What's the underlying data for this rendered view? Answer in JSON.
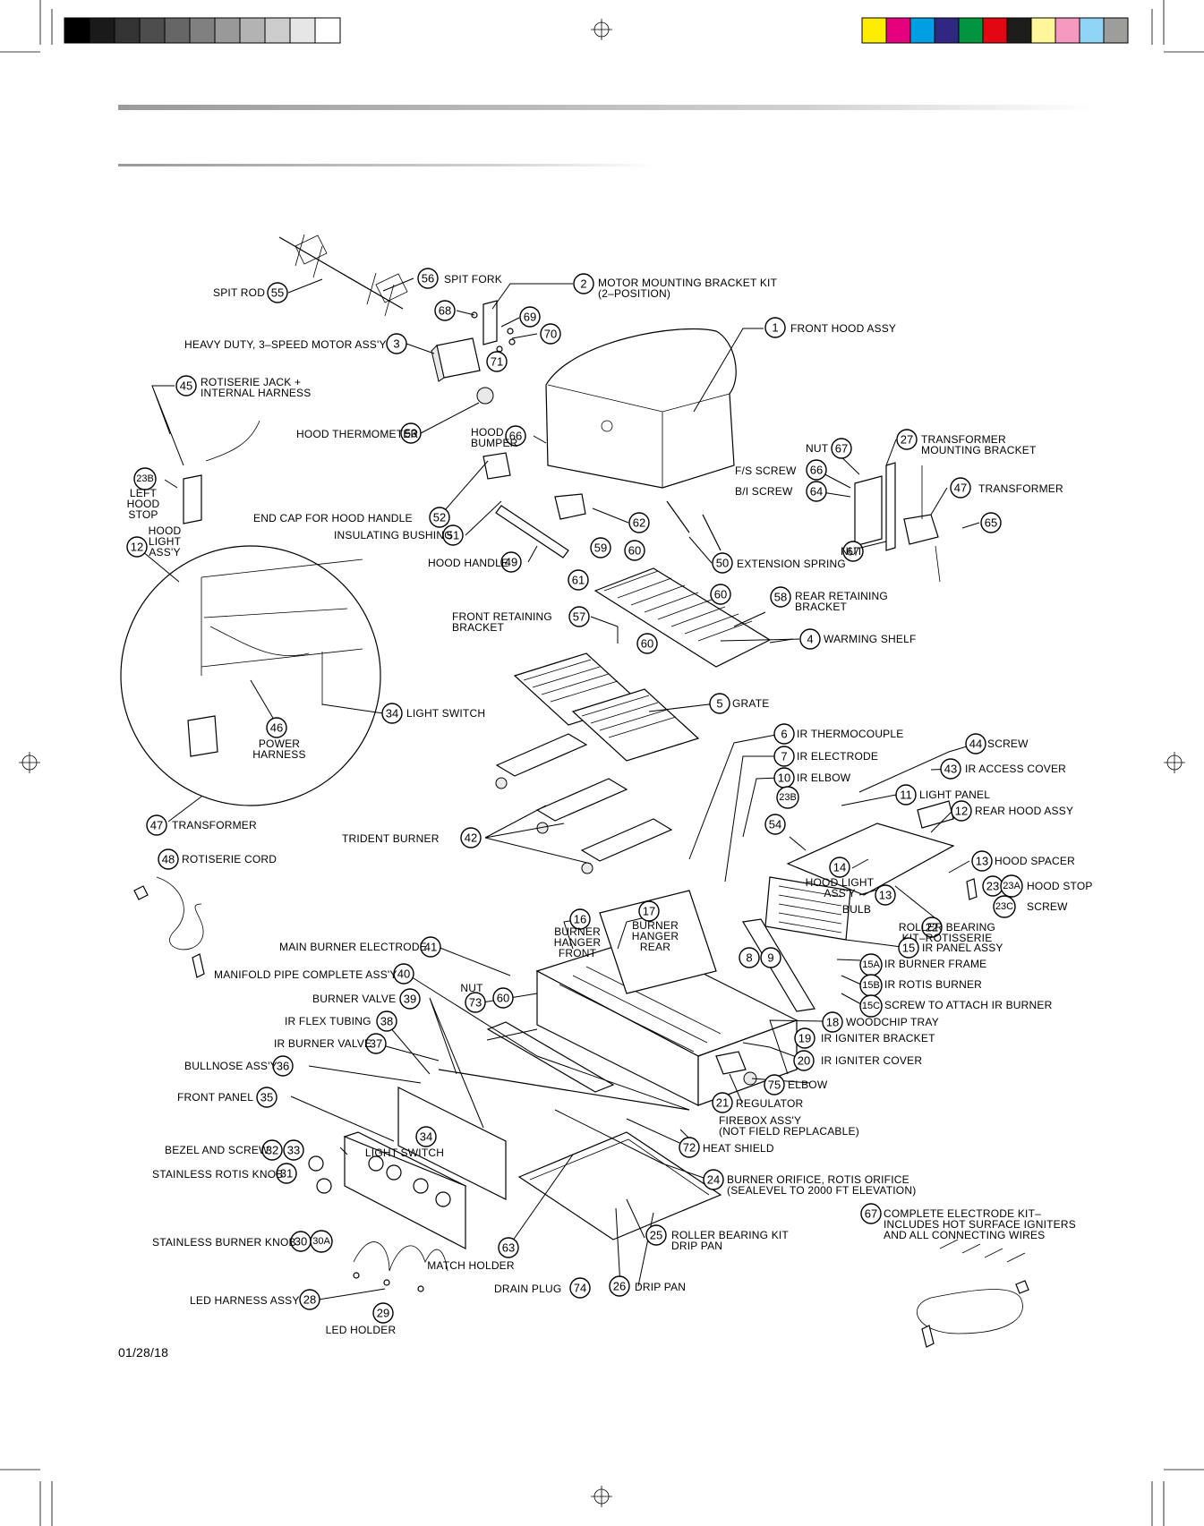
{
  "page": {
    "date": "01/28/18"
  },
  "colors": {
    "gray_bar": [
      "#000000",
      "#1a1a1a",
      "#333333",
      "#4d4d4d",
      "#666666",
      "#808080",
      "#999999",
      "#b3b3b3",
      "#cccccc",
      "#e6e6e6",
      "#ffffff"
    ],
    "color_bar": [
      "#ffed00",
      "#e6007e",
      "#009fe3",
      "#312783",
      "#009640",
      "#e30613",
      "#1d1d1b",
      "#fff799",
      "#f49ac1",
      "#8fd3f5",
      "#9d9d9c"
    ]
  },
  "callouts": [
    {
      "n": "55",
      "label": "SPIT ROD"
    },
    {
      "n": "56",
      "label": "SPIT FORK"
    },
    {
      "n": "2",
      "label": "MOTOR MOUNTING BRACKET KIT",
      "label2": "(2–POSITION)"
    },
    {
      "n": "68",
      "label": ""
    },
    {
      "n": "69",
      "label": ""
    },
    {
      "n": "70",
      "label": ""
    },
    {
      "n": "71",
      "label": ""
    },
    {
      "n": "3",
      "label": "HEAVY DUTY, 3–SPEED MOTOR ASS'Y"
    },
    {
      "n": "1",
      "label": "FRONT HOOD ASSY"
    },
    {
      "n": "45",
      "label": "ROTISERIE JACK +",
      "label2": "INTERNAL HARNESS"
    },
    {
      "n": "53",
      "label": "HOOD THERMOMETER"
    },
    {
      "n": "66",
      "label": "HOOD",
      "label2": "BUMPER"
    },
    {
      "n": "23B",
      "label": "LEFT",
      "label2": "HOOD",
      "label3": "STOP"
    },
    {
      "n": "52",
      "label": "END CAP FOR HOOD HANDLE"
    },
    {
      "n": "51",
      "label": "INSULATING BUSHING"
    },
    {
      "n": "62",
      "label": ""
    },
    {
      "n": "49",
      "label": "HOOD HANDLE"
    },
    {
      "n": "50",
      "label": "EXTENSION SPRING"
    },
    {
      "n": "67",
      "label": "NUT"
    },
    {
      "n": "27",
      "label": "TRANSFORMER",
      "label2": "MOUNTING BRACKET"
    },
    {
      "n": "66b",
      "disp": "66",
      "label": "F/S SCREW"
    },
    {
      "n": "64",
      "label": "B/I SCREW"
    },
    {
      "n": "47",
      "label": "TRANSFORMER"
    },
    {
      "n": "65",
      "label": ""
    },
    {
      "n": "67b",
      "disp": "67",
      "label": "NUT"
    },
    {
      "n": "12",
      "label": "HOOD",
      "label2": "LIGHT",
      "label3": "ASS'Y"
    },
    {
      "n": "59",
      "label": ""
    },
    {
      "n": "60",
      "label": ""
    },
    {
      "n": "61",
      "label": ""
    },
    {
      "n": "60b",
      "disp": "60",
      "label": ""
    },
    {
      "n": "58",
      "label": "REAR RETAINING",
      "label2": "BRACKET"
    },
    {
      "n": "57",
      "label": "FRONT RETAINING",
      "label2": "BRACKET"
    },
    {
      "n": "60c",
      "disp": "60",
      "label": ""
    },
    {
      "n": "4",
      "label": "WARMING SHELF"
    },
    {
      "n": "34",
      "label": "LIGHT SWITCH"
    },
    {
      "n": "46",
      "label": "POWER",
      "label2": "HARNESS"
    },
    {
      "n": "5",
      "label": "GRATE"
    },
    {
      "n": "6",
      "label": "IR THERMOCOUPLE"
    },
    {
      "n": "7",
      "label": "IR ELECTRODE"
    },
    {
      "n": "44",
      "label": "SCREW"
    },
    {
      "n": "43",
      "label": "IR ACCESS COVER"
    },
    {
      "n": "10",
      "label": "IR ELBOW"
    },
    {
      "n": "23Bb",
      "disp": "23B",
      "label": ""
    },
    {
      "n": "11",
      "label": "LIGHT PANEL"
    },
    {
      "n": "12b",
      "disp": "12",
      "label": "REAR HOOD ASSY"
    },
    {
      "n": "54",
      "label": ""
    },
    {
      "n": "47b",
      "disp": "47",
      "label": "TRANSFORMER"
    },
    {
      "n": "42",
      "label": "TRIDENT BURNER"
    },
    {
      "n": "13",
      "label": "HOOD SPACER"
    },
    {
      "n": "14",
      "label": "HOOD LIGHT",
      "label2": "ASS'Y"
    },
    {
      "n": "13b",
      "disp": "13",
      "label": "BULB"
    },
    {
      "n": "23",
      "label": ""
    },
    {
      "n": "23A",
      "label": "HOOD STOP"
    },
    {
      "n": "23C",
      "label": "SCREW"
    },
    {
      "n": "48",
      "label": "ROTISERIE CORD"
    },
    {
      "n": "16",
      "label": "BURNER",
      "label2": "HANGER",
      "label3": "FRONT"
    },
    {
      "n": "17",
      "label": "BURNER",
      "label2": "HANGER",
      "label3": "REAR"
    },
    {
      "n": "22",
      "label": "ROLLER BEARING",
      "label2": "KIT–ROTISSERIE"
    },
    {
      "n": "41",
      "label": "MAIN BURNER ELECTRODE"
    },
    {
      "n": "8",
      "label": ""
    },
    {
      "n": "9",
      "label": ""
    },
    {
      "n": "15",
      "label": "IR PANEL ASSY"
    },
    {
      "n": "15A",
      "label": "IR BURNER FRAME"
    },
    {
      "n": "40",
      "label": "MANIFOLD PIPE COMPLETE ASS'Y"
    },
    {
      "n": "73",
      "label": "NUT"
    },
    {
      "n": "60d",
      "disp": "60",
      "label": ""
    },
    {
      "n": "15B",
      "label": "IR ROTIS BURNER"
    },
    {
      "n": "39",
      "label": "BURNER VALVE"
    },
    {
      "n": "15C",
      "label": "SCREW TO ATTACH IR BURNER"
    },
    {
      "n": "38",
      "label": "IR FLEX TUBING"
    },
    {
      "n": "18",
      "label": "WOODCHIP TRAY"
    },
    {
      "n": "19",
      "label": "IR IGNITER BRACKET"
    },
    {
      "n": "37",
      "label": "IR BURNER VALVE"
    },
    {
      "n": "20",
      "label": "IR IGNITER COVER"
    },
    {
      "n": "36",
      "label": "BULLNOSE ASS'Y"
    },
    {
      "n": "75",
      "label": "ELBOW"
    },
    {
      "n": "35",
      "label": "FRONT PANEL"
    },
    {
      "n": "21",
      "label": "REGULATOR"
    },
    {
      "n": "34b",
      "disp": "34",
      "label": "LIGHT SWITCH"
    },
    {
      "n": "72",
      "label": "HEAT SHIELD"
    },
    {
      "n": "fb",
      "disp": "",
      "label": "FIREBOX ASS'Y",
      "label2": "(NOT FIELD REPLACABLE)"
    },
    {
      "n": "32",
      "label": "BEZEL AND SCREW"
    },
    {
      "n": "33",
      "label": ""
    },
    {
      "n": "31",
      "label": "STAINLESS ROTIS KNOB"
    },
    {
      "n": "24",
      "label": "BURNER ORIFICE, ROTIS ORIFICE",
      "label2": "(SEALEVEL TO 2000 FT ELEVATION)"
    },
    {
      "n": "67c",
      "disp": "67",
      "label": "COMPLETE ELECTRODE KIT–",
      "label2": "INCLUDES HOT SURFACE IGNITERS",
      "label3": "AND ALL CONNECTING WIRES"
    },
    {
      "n": "30",
      "label": "STAINLESS BURNER KNOB"
    },
    {
      "n": "30A",
      "label": ""
    },
    {
      "n": "25",
      "label": "ROLLER BEARING KIT",
      "label2": "DRIP PAN"
    },
    {
      "n": "63",
      "label": "MATCH HOLDER"
    },
    {
      "n": "74",
      "label": "DRAIN PLUG"
    },
    {
      "n": "26",
      "label": "DRIP PAN"
    },
    {
      "n": "28",
      "label": "LED HARNESS ASSY"
    },
    {
      "n": "29",
      "label": "LED HOLDER"
    }
  ]
}
